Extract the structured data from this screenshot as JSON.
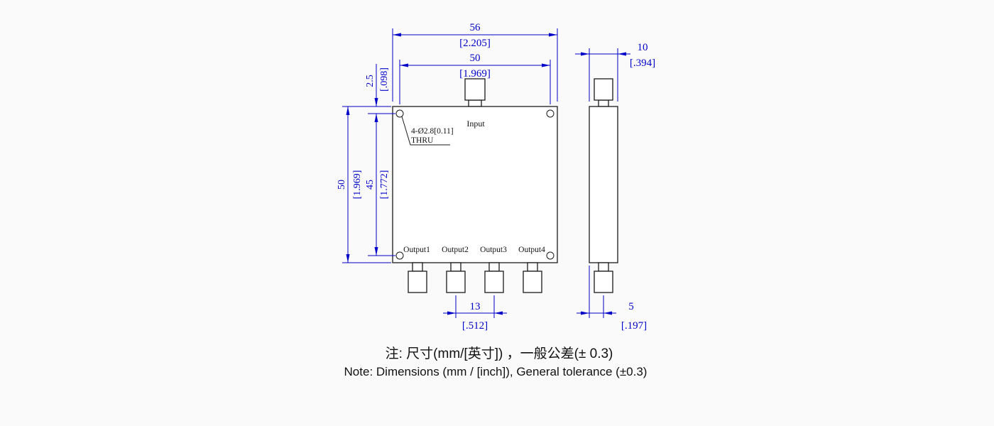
{
  "drawing": {
    "front_view": {
      "input_label": "Input",
      "output_labels": [
        "Output1",
        "Output2",
        "Output3",
        "Output4"
      ],
      "hole_callout_line1": "4-Ø2.8[0.11]",
      "hole_callout_line2": "THRU"
    },
    "dims": {
      "overall_width": {
        "mm": "56",
        "inch": "[2.205]"
      },
      "hole_pitch_h": {
        "mm": "50",
        "inch": "[1.969]"
      },
      "hole_edge_offset": {
        "mm": "2.5",
        "inch": "[.098]"
      },
      "overall_height": {
        "mm": "50",
        "inch": "[1.969]"
      },
      "hole_pitch_v": {
        "mm": "45",
        "inch": "[1.772]"
      },
      "body_depth": {
        "mm": "10",
        "inch": "[.394]"
      },
      "output_pitch": {
        "mm": "13",
        "inch": "[.512]"
      },
      "side_offset": {
        "mm": "5",
        "inch": "[.197]"
      }
    }
  },
  "notes": {
    "cn": "注: 尺寸(mm/[英寸]) ，一般公差(± 0.3)",
    "en": "Note: Dimensions (mm / [inch]), General tolerance (±0.3)"
  },
  "colors": {
    "dimension_blue": "#0000c8",
    "outline_black": "#1a1a1a",
    "background": "#fafafa"
  }
}
